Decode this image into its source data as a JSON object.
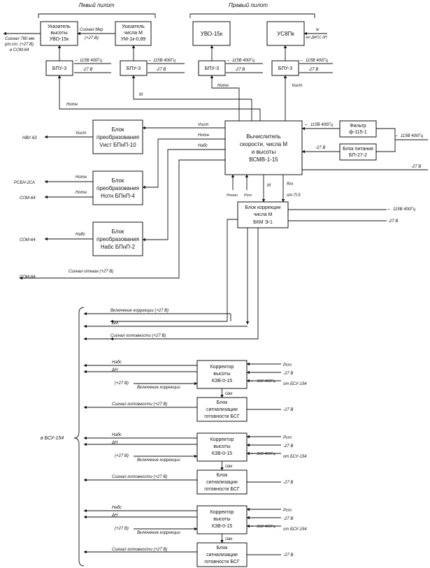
{
  "header": {
    "left_pilot": "Левый пилот",
    "right_pilot": "Правый пилот"
  },
  "blocks": {
    "uvo_left": [
      "Указатель",
      "высоты",
      "УВО-15к"
    ],
    "um": [
      "Указатель",
      "числа М",
      "УМ-1к-0,89"
    ],
    "uvo_right": [
      "УВО-15к"
    ],
    "us": [
      "УС8Пк"
    ],
    "bpu": "БПУ-3",
    "vsmv": [
      "Вычислитель",
      "скорости, числа М",
      "и высоты",
      "ВСМВ-1-15"
    ],
    "filter": [
      "Фильтр",
      "ф-115-1"
    ],
    "bp27": [
      "Блок питания",
      "БП-27-2"
    ],
    "bpn_vist": [
      "Блок",
      "преобразования",
      "Vист БПнП-10"
    ],
    "bpn_hotn": [
      "Блок",
      "преобразования",
      "Нотн БПнП-4"
    ],
    "bpn_habs": [
      "Блок",
      "преобразования",
      "Набс БПнП-2"
    ],
    "bkm": [
      "Блок коррекции",
      "числа М",
      "БКМ Э-1"
    ],
    "kzv": [
      "Корректор",
      "высоты",
      "КЗВ-0-15"
    ],
    "bsg": [
      "Блок",
      "сигнализации",
      "готовности БСГ"
    ]
  },
  "labels": {
    "signal_mkr": "Сигнал Мкр",
    "plus27_paren": "(+27 В)",
    "signal_760": [
      "Сигнал 760 мм",
      "рт.ст. (+27 В)",
      "в СОМ-64"
    ],
    "w": "w",
    "from_diss": "от ДИСС-3П",
    "power_115": "115В 400Гц",
    "minus27": "-27 В",
    "hotn": "Нотн",
    "vist": "Vист",
    "habs": "Набс",
    "m": "М",
    "pfull": "Рполн",
    "pst": "Рст",
    "rm": "Rm",
    "from_p5": "от П-5",
    "nvu": "НВУ-63",
    "rsbn": "РСБН-2СА",
    "som": "СОМ-64",
    "fail_signal": "Сигнал отказа (+27 В)",
    "corr_on": "Включение коррекции (+27 В)",
    "dm": "ΔМ",
    "ready_signal": "Сигнал готовности (+27 В)",
    "dh": "ΔН",
    "pst_cn": "Рст",
    "power_36": "36В 400Гц",
    "from_bsu": "от БСУ-154",
    "plus27": "(+27 В)",
    "corr_on_short": "Включение коррекции",
    "uvx": "Uвх",
    "to_bsu": "в БСУ-154"
  },
  "colors": {
    "ink": "#111111",
    "background": "#ffffff"
  }
}
